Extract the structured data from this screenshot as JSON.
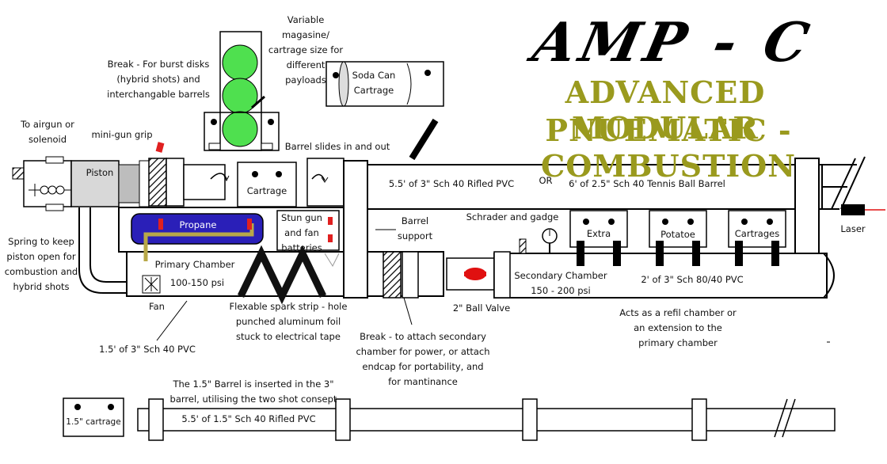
{
  "title": {
    "logo": "AMP - C",
    "line1": "ADVANCED MODULAR",
    "line2": "PNUEMATIC - COMBUSTION"
  },
  "labels": {
    "airgun": "To airgun or\nsolenoid",
    "grip": "mini-gun grip",
    "break_top": "Break - For burst disks\n(hybrid shots) and\ninterchangable barrels",
    "magazine": "Variable\nmagasine/\ncartrage size for\ndifferent\npayloads",
    "soda_can": "Soda Can\nCartrage",
    "barrel_slides": "Barrel slides in and out",
    "piston": "Piston",
    "cartrage": "Cartrage",
    "barrel_spec": "5.5' of 3\" Sch 40 Rifled PVC",
    "or": "OR",
    "tennis_barrel": "6' of 2.5\" Sch 40 Tennis Ball Barrel",
    "propane": "Propane",
    "stun_gun": "Stun gun\nand fan\nbatteries",
    "barrel_support": "Barrel\nsupport",
    "schrader": "Schrader and gadge",
    "extra": "Extra",
    "potatoe": "Potatoe",
    "cartrages": "Cartrages",
    "laser": "Laser",
    "spring": "Spring to keep\npiston open for\ncombustion and\nhybrid shots",
    "primary_chamber": "Primary Chamber",
    "primary_psi": "100-150 psi",
    "secondary_chamber": "Secondary Chamber\n150 - 200 psi",
    "secondary_pipe": "2' of 3\" Sch 80/40 PVC",
    "fan": "Fan",
    "spark_strip": "Flexable spark strip - hole\npunched aluminum foil\nstuck to electrical tape",
    "ball_valve": "2\" Ball Valve",
    "refill": "Acts as a refil chamber or\nan extension to the\nprimary chamber",
    "primary_pipe": "1.5' of 3\" Sch 40 PVC",
    "break_bottom": "Break - to attach secondary\nchamber for power, or attach\nendcap for portability, and\nfor mantinance",
    "insert_note": "The 1.5\" Barrel is inserted in the 3\"\nbarrel, utilising the two shot consept",
    "cartrage_small": "1.5\" cartrage",
    "small_barrel": "5.5' of 1.5\" Sch 40 Rifled PVC"
  },
  "colors": {
    "title_olive": "#9a9a1e",
    "propane_blue": "#2a1fb8",
    "propane_tube": "#b8a848",
    "ball_green": "#4fe04f",
    "valve_red": "#e01010",
    "stun_red": "#e02020"
  }
}
